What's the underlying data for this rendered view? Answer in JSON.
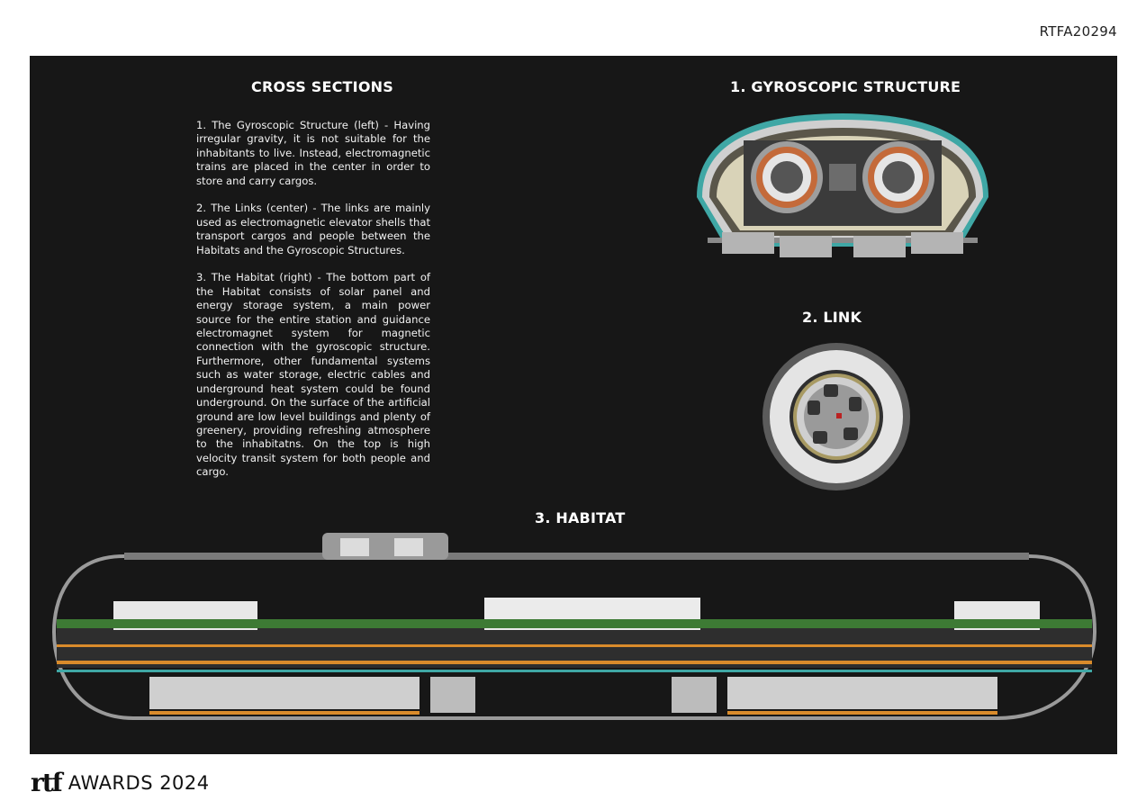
{
  "header": {
    "code": "RTFA20294"
  },
  "board": {
    "cross_sections_title": "CROSS SECTIONS",
    "paragraphs": [
      "1. The Gyroscopic Structure (left) - Having irregular gravity, it is not suitable for the inhabitants to live. Instead, electromagnetic trains are placed in the center in order to store and carry cargos.",
      "2. The Links (center) -  The links are mainly used as electromagnetic elevator shells  that transport cargos and people between the Habitats and the Gyroscopic Structures.",
      "3. The Habitat (right) -  The bottom part of the Habitat consists of solar panel and energy storage system, a main power source for the entire station and guidance electromagnet system for magnetic connection with the gyroscopic structure. Furthermore, other fundamental systems such as water storage, electric cables and underground heat system could be found underground. On the surface of the artificial ground are low level buildings and plenty of greenery, providing refreshing atmosphere to the inhabitatns. On the top is high velocity transit system for both people and cargo."
    ],
    "gyroscopic_title": "1.  GYROSCOPIC STRUCTURE",
    "link_title": "2. LINK",
    "habitat_title": "3. HABITAT"
  },
  "footer": {
    "logo": "rtf",
    "awards": "AWARDS 2024"
  },
  "colors": {
    "board": "#171717",
    "teal": "#3fa7a5",
    "orange": "#d98b2b",
    "green": "#3d7a34"
  }
}
